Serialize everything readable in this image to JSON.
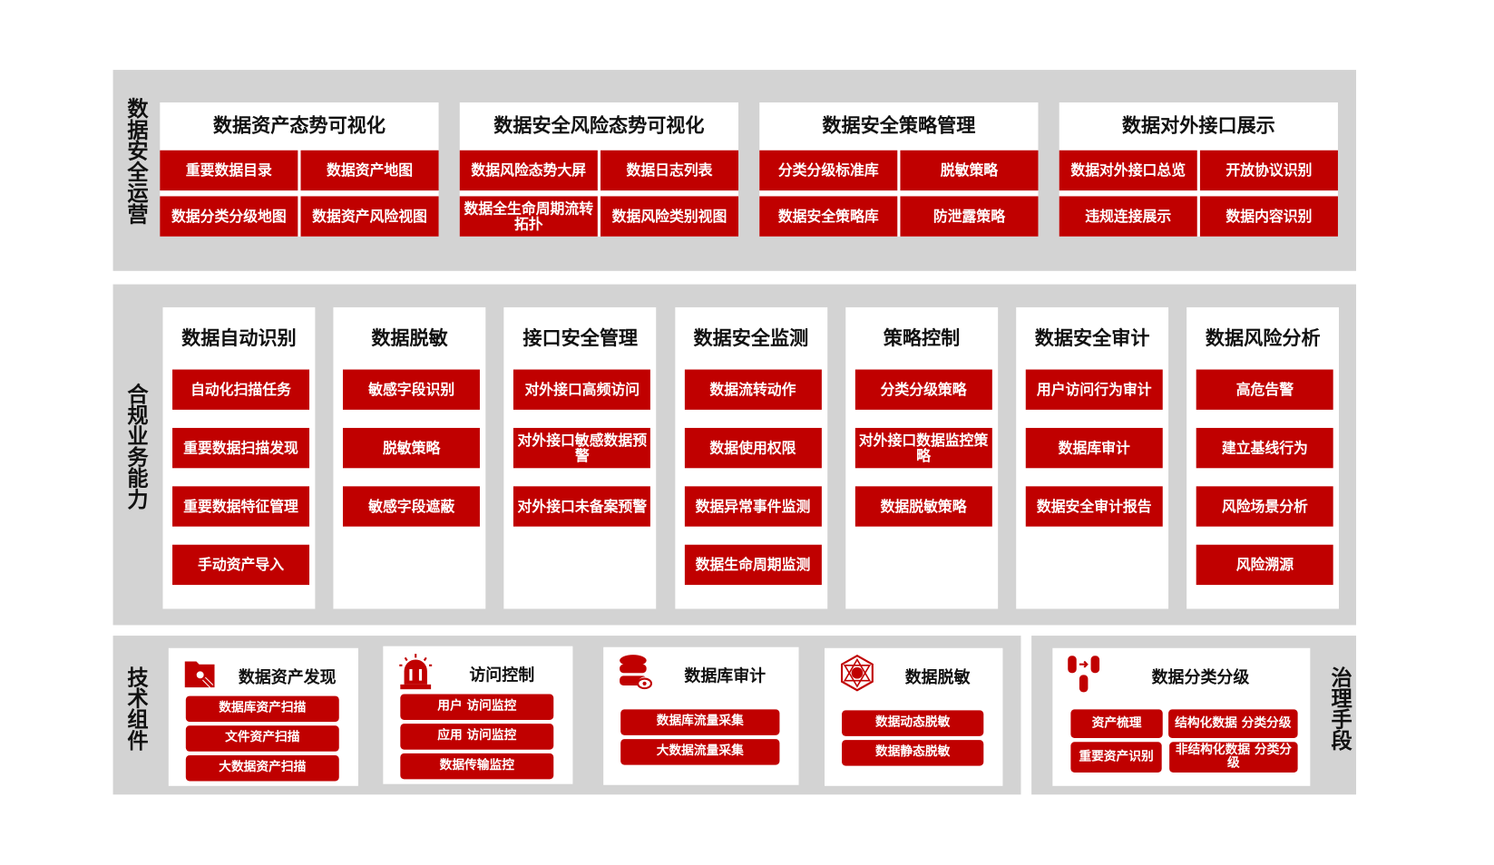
{
  "colors": {
    "accent": "#c00000",
    "band": "#d3d3d3"
  },
  "operations": {
    "label": "数据安全运营",
    "cards": [
      {
        "title": "数据资产态势可视化",
        "items": [
          "重要数据目录",
          "数据资产地图",
          "数据分类分级地图",
          "数据资产风险视图"
        ]
      },
      {
        "title": "数据安全风险态势可视化",
        "items": [
          "数据风险态势大屏",
          "数据日志列表",
          "数据全生命周期流转拓扑",
          "数据风险类别视图"
        ]
      },
      {
        "title": "数据安全策略管理",
        "items": [
          "分类分级标准库",
          "脱敏策略",
          "数据安全策略库",
          "防泄露策略"
        ]
      },
      {
        "title": "数据对外接口展示",
        "items": [
          "数据对外接口总览",
          "开放协议识别",
          "违规连接展示",
          "数据内容识别"
        ]
      }
    ]
  },
  "compliance": {
    "label": "合规业务能力",
    "cards": [
      {
        "title": "数据自动识别",
        "items": [
          "自动化扫描任务",
          "重要数据扫描发现",
          "重要数据特征管理",
          "手动资产导入"
        ]
      },
      {
        "title": "数据脱敏",
        "items": [
          "敏感字段识别",
          "脱敏策略",
          "敏感字段遮蔽"
        ]
      },
      {
        "title": "接口安全管理",
        "items": [
          "对外接口高频访问",
          "对外接口敏感数据预警",
          "对外接口未备案预警"
        ]
      },
      {
        "title": "数据安全监测",
        "items": [
          "数据流转动作",
          "数据使用权限",
          "数据异常事件监测",
          "数据生命周期监测"
        ]
      },
      {
        "title": "策略控制",
        "items": [
          "分类分级策略",
          "对外接口数据监控策略",
          "数据脱敏策略"
        ]
      },
      {
        "title": "数据安全审计",
        "items": [
          "用户访问行为审计",
          "数据库审计",
          "数据安全审计报告"
        ]
      },
      {
        "title": "数据风险分析",
        "items": [
          "高危告警",
          "建立基线行为",
          "风险场景分析",
          "风险溯源"
        ]
      }
    ]
  },
  "tech": {
    "label": "技术组件",
    "cards": [
      {
        "title": "数据资产发现",
        "icon": "folder-search-icon",
        "items": [
          "数据库资产扫描",
          "文件资产扫描",
          "大数据资产扫描"
        ]
      },
      {
        "title": "访问控制",
        "icon": "alarm-light-icon",
        "items": [
          "用户 访问监控",
          "应用 访问监控",
          "数据传输监控"
        ]
      },
      {
        "title": "数据库审计",
        "icon": "database-eye-icon",
        "items": [
          "数据库流量采集",
          "大数据流量采集"
        ]
      },
      {
        "title": "数据脱敏",
        "icon": "network-globe-icon",
        "items": [
          "数据动态脱敏",
          "数据静态脱敏"
        ]
      }
    ]
  },
  "governance": {
    "label": "治理手段",
    "card": {
      "title": "数据分类分级",
      "icon": "database-sync-icon",
      "items": [
        "资产梳理",
        "结构化数据 分类分级",
        "重要资产识别",
        "非结构化数据 分类分级"
      ]
    }
  }
}
